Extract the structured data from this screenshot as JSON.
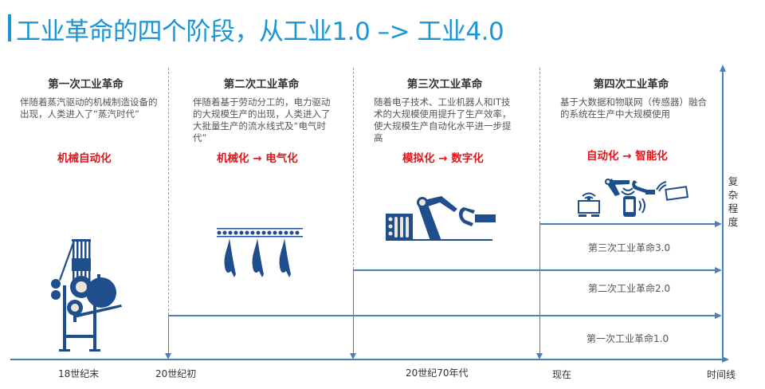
{
  "header": {
    "title": "工业革命的四个阶段，从工业1.0 –> 工业4.0",
    "accent_color": "#1a96d6"
  },
  "stages": [
    {
      "title": "第一次工业革命",
      "description": "伴随着蒸汽驱动的机械制造设备的出现，人类进入了“蒸汽时代”",
      "tag": "机械自动化",
      "icon": "steam-loom-machine-icon"
    },
    {
      "title": "第二次工业革命",
      "description": "伴随着基于劳动分工的，电力驱动的大规模生产的出现，人类进入了大批量生产的流水线式及“电气时代”",
      "tag": "机械化 → 电气化",
      "icon": "assembly-line-icon"
    },
    {
      "title": "第三次工业革命",
      "description": "随着电子技术、工业机器人和IT技术的大规模使用提升了生产效率，使大规模生产自动化水平进一步提高",
      "tag": "模拟化 → 数字化",
      "icon": "industrial-robot-arm-icon"
    },
    {
      "title": "第四次工业革命",
      "description": "基于大数据和物联网（传感器）融合的系统在生产中大规模使用",
      "tag": "自动化 → 智能化",
      "icon": "connected-devices-icon"
    }
  ],
  "timeline": {
    "eras": [
      "18世纪末",
      "20世纪初",
      "20世纪70年代",
      "现在"
    ],
    "x_axis_label": "时间线",
    "y_axis_label": "复杂程度",
    "levels": [
      "第三次工业革命3.0",
      "第二次工业革命2.0",
      "第一次工业革命1.0"
    ],
    "line_color": "#4a7fc1",
    "tag_color": "#e0151c",
    "icon_color": "#1f4e8c"
  }
}
